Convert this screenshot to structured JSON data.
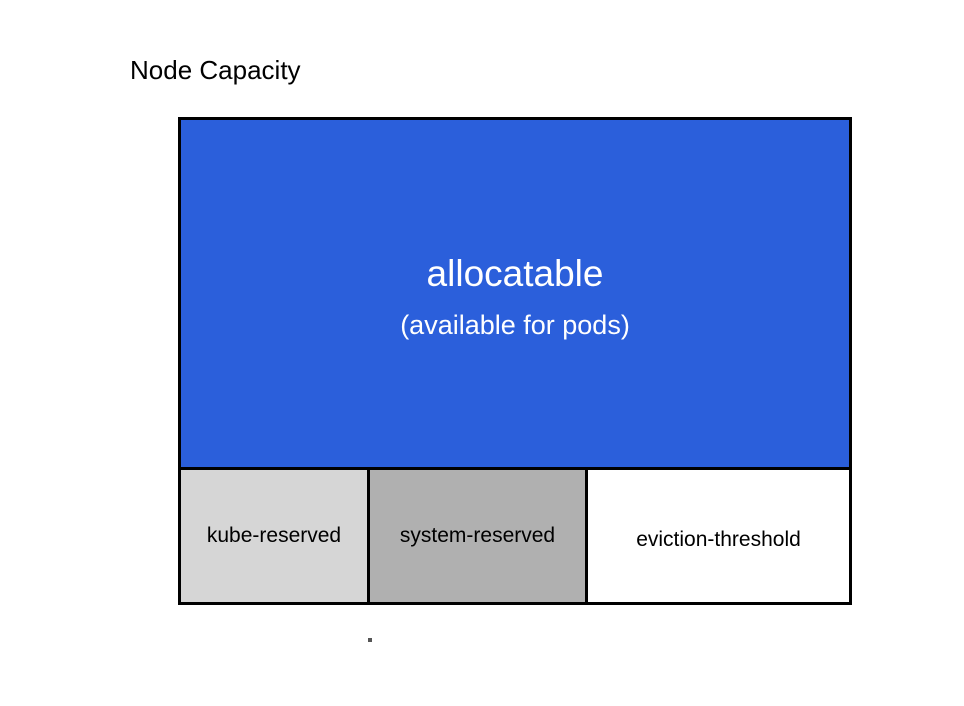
{
  "diagram": {
    "title": "Node Capacity",
    "colors": {
      "allocatable_fill": "#2b5fdb",
      "kube_reserved_fill": "#d6d6d6",
      "system_reserved_fill": "#b0b0b0",
      "eviction_threshold_fill": "#ffffff",
      "border": "#000000",
      "allocatable_text": "#ffffff",
      "reserved_text": "#000000",
      "background": "#ffffff"
    },
    "allocatable": {
      "label": "allocatable",
      "sublabel": "(available for pods)"
    },
    "reserved": [
      {
        "label": "kube-reserved"
      },
      {
        "label": "system-reserved"
      },
      {
        "label": "eviction-threshold"
      }
    ],
    "marks": {
      "stray_dot": "."
    }
  }
}
